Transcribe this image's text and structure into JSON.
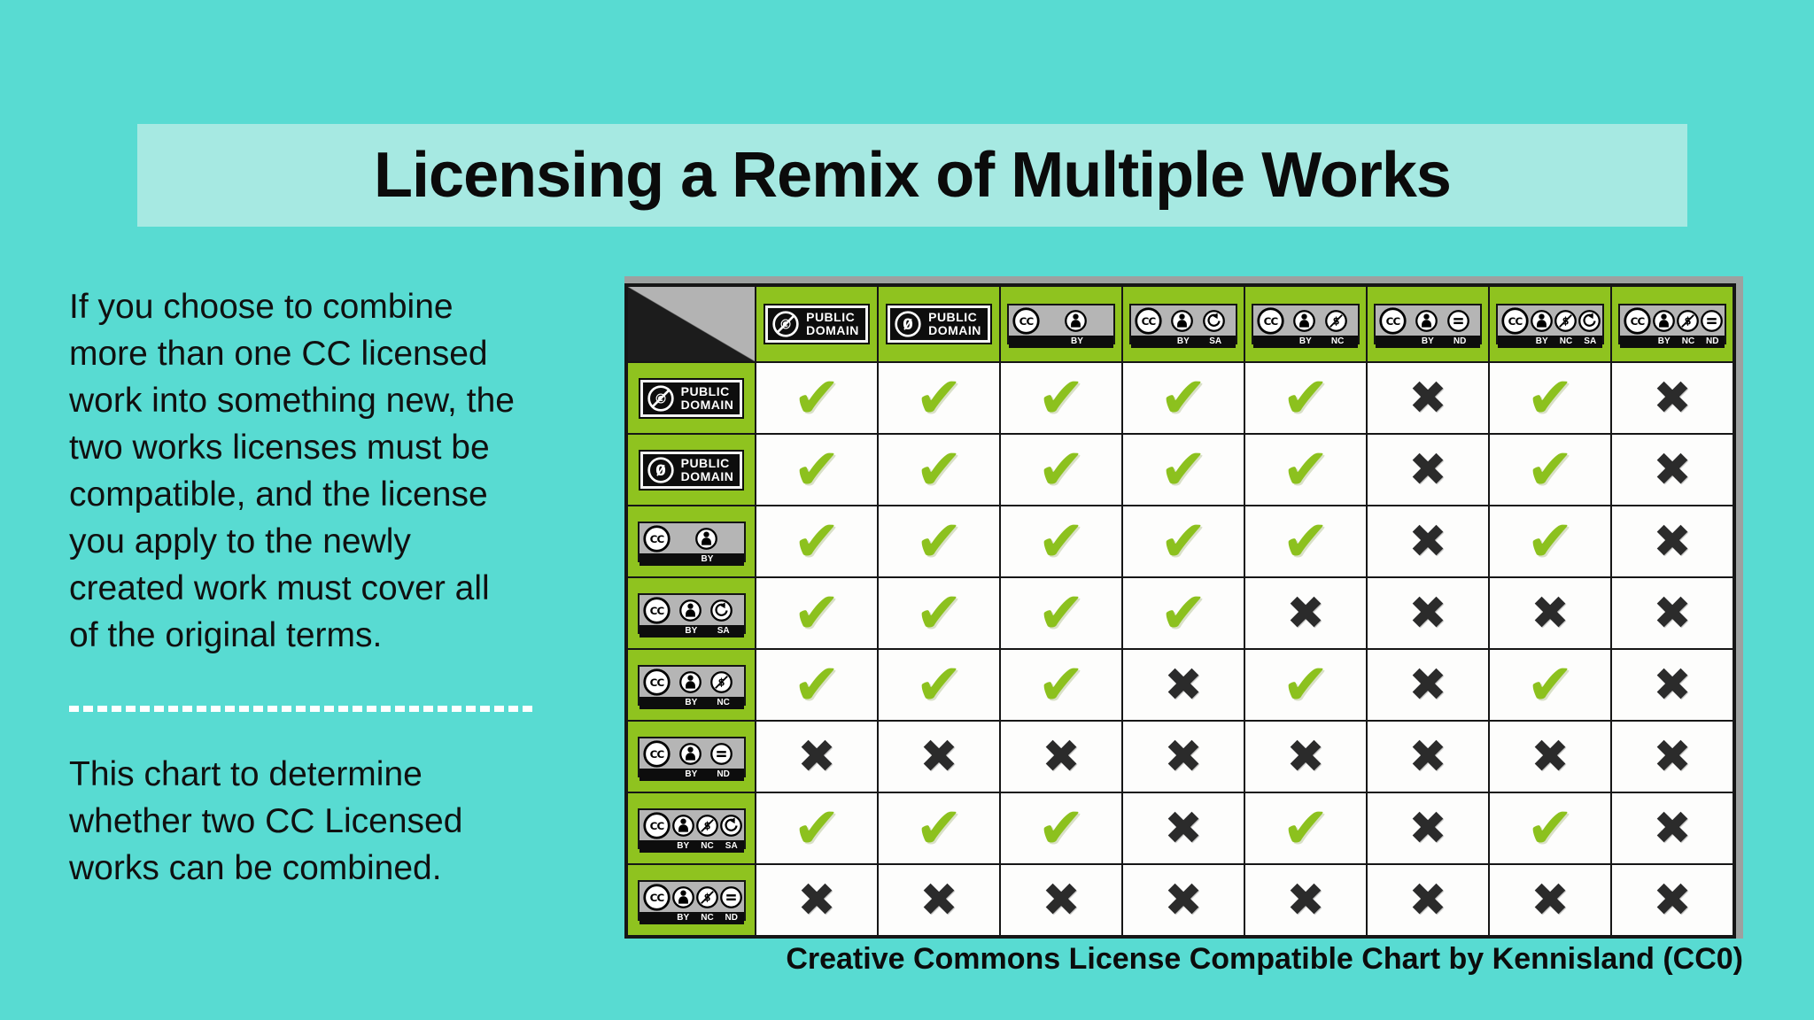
{
  "slide": {
    "title": "Licensing a Remix of Multiple Works",
    "intro": "If you choose to combine\nmore than one CC licensed\nwork into something new, the\ntwo works licenses must be\ncompatible, and the license\nyou apply to the newly\ncreated work must cover all\nof the original terms.",
    "note": "This chart to determine\nwhether two CC Licensed\nworks can be combined.",
    "caption": "Creative Commons License Compatible Chart by Kennisland  (CC0)"
  },
  "colors": {
    "background": "#58DBD2",
    "banner": "#A6E9E2",
    "header_green": "#8FC31F",
    "check_green": "#8CC11E",
    "cross_dark": "#2B2B2B",
    "badge_gray": "#B5B5B5",
    "badge_black": "#0D0D0D",
    "table_frame_gray": "#9DA1A0",
    "grid_line": "#161616",
    "cell_bg": "#FDFDFC"
  },
  "marks": {
    "check": "✔",
    "cross": "✖"
  },
  "licenses": [
    {
      "id": "pd",
      "kind": "public-domain",
      "icon": "pd",
      "label": "PUBLIC\nDOMAIN"
    },
    {
      "id": "cc0",
      "kind": "public-domain",
      "icon": "zero",
      "label": "PUBLIC\nDOMAIN"
    },
    {
      "id": "by",
      "kind": "cc",
      "terms": [
        "BY"
      ]
    },
    {
      "id": "by-sa",
      "kind": "cc",
      "terms": [
        "BY",
        "SA"
      ]
    },
    {
      "id": "by-nc",
      "kind": "cc",
      "terms": [
        "BY",
        "NC"
      ]
    },
    {
      "id": "by-nd",
      "kind": "cc",
      "terms": [
        "BY",
        "ND"
      ]
    },
    {
      "id": "by-nc-sa",
      "kind": "cc",
      "terms": [
        "BY",
        "NC",
        "SA"
      ]
    },
    {
      "id": "by-nc-nd",
      "kind": "cc",
      "terms": [
        "BY",
        "NC",
        "ND"
      ]
    }
  ],
  "chart_data": {
    "type": "table",
    "title": "Creative Commons License Compatible Chart",
    "row_licenses": [
      "PD",
      "CC0",
      "BY",
      "BY-SA",
      "BY-NC",
      "BY-ND",
      "BY-NC-SA",
      "BY-NC-ND"
    ],
    "column_licenses": [
      "PD",
      "CC0",
      "BY",
      "BY-SA",
      "BY-NC",
      "BY-ND",
      "BY-NC-SA",
      "BY-NC-ND"
    ],
    "legend": {
      "1": "compatible (check)",
      "0": "not compatible (cross)"
    },
    "compatibility": [
      [
        1,
        1,
        1,
        1,
        1,
        0,
        1,
        0
      ],
      [
        1,
        1,
        1,
        1,
        1,
        0,
        1,
        0
      ],
      [
        1,
        1,
        1,
        1,
        1,
        0,
        1,
        0
      ],
      [
        1,
        1,
        1,
        1,
        0,
        0,
        0,
        0
      ],
      [
        1,
        1,
        1,
        0,
        1,
        0,
        1,
        0
      ],
      [
        0,
        0,
        0,
        0,
        0,
        0,
        0,
        0
      ],
      [
        1,
        1,
        1,
        0,
        1,
        0,
        1,
        0
      ],
      [
        0,
        0,
        0,
        0,
        0,
        0,
        0,
        0
      ]
    ]
  }
}
